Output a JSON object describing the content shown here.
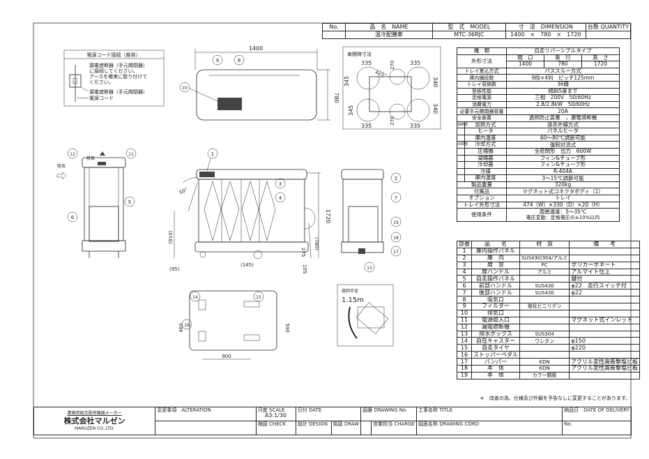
{
  "header": {
    "columns": [
      "No.",
      "品　名　NAME",
      "型　式　MODEL",
      "寸　法　DIMENSION",
      "台数 QUANTITY"
    ],
    "row": {
      "no": "",
      "name": "温冷配膳車",
      "model": "MTC-36RJC",
      "dimension": "1400　×　780　×　1720",
      "quantity": ""
    }
  },
  "power_note": {
    "title": "電源コード接続（推奨）",
    "lines": [
      "漏電遮断器（手元開閉器）",
      "に接続してください。",
      "アースを確実に取り付けて",
      "ください。"
    ],
    "label_breaker": "漏電遮断器（手元開閉器）",
    "label_cord": "電源コード"
  },
  "door_dims": {
    "title": "扉開時寸法",
    "w": "335",
    "h": "345",
    "h2": "340",
    "gap": "270",
    "angle": "225°"
  },
  "turning": {
    "title": "旋回半径",
    "value": "1.15m"
  },
  "dims": {
    "width": "1400",
    "depth": "780",
    "height": "1720",
    "angle": "50°",
    "handle_h": "(910)",
    "handle_off": "(95)",
    "bumper_off": "(145)",
    "bumper_h": "275",
    "bumper_total": "(780)",
    "ground": "105",
    "bottom_w": "900",
    "bottom_d1": "460",
    "bottom_d2": "590"
  },
  "airflow": {
    "exhaust": "排気",
    "intake": "吸気"
  },
  "callouts": [
    "1",
    "2",
    "3",
    "4",
    "5",
    "6",
    "7",
    "8",
    "9",
    "10",
    "11",
    "12",
    "13",
    "14",
    "15",
    "16",
    "17",
    "18",
    "19"
  ],
  "spec": {
    "type_label": "種　類",
    "type_value": "自走リバーシブルタイプ",
    "outer_label": "外形寸法",
    "outer_heads": [
      "間　口",
      "奥　行",
      "高　さ"
    ],
    "outer_values": [
      "1400",
      "780",
      "1720"
    ],
    "rows_a": [
      {
        "label": "トレイ差込方式",
        "value": "パススルー方式"
      },
      {
        "label": "庫内棚段数",
        "value": "9段×4列　ピッチ125mm"
      },
      {
        "label": "トレイ収納数",
        "value": "36膳"
      },
      {
        "label": "登板性能",
        "value": "傾斜5度まで"
      },
      {
        "label": "定格電源",
        "value": "三相　200V　50/60Hz"
      },
      {
        "label": "消費電力",
        "value": "2.8/2.8kW　50/60Hz"
      },
      {
        "label": "必要手元開閉器容量",
        "value": "20A"
      },
      {
        "label": "安全装置",
        "value": "過熱防止装置　，漏電遮断機"
      }
    ],
    "heat_group": "加熱部",
    "heat_rows": [
      {
        "label": "加熱方式",
        "value": "遠赤外線方式"
      },
      {
        "label": "ヒータ",
        "value": "パネルヒータ"
      },
      {
        "label": "庫内温度",
        "value": "60～80℃調節可能"
      }
    ],
    "cool_group": "冷却部",
    "cool_rows": [
      {
        "label": "冷却方式",
        "value": "強制対流式"
      },
      {
        "label": "圧縮機",
        "value": "全密閉形　出力　600W"
      },
      {
        "label": "凝縮器",
        "value": "フィン&チューブ形"
      },
      {
        "label": "冷却器",
        "value": "フィン&チューブ形"
      },
      {
        "label": "冷媒",
        "value": "R-404A"
      },
      {
        "label": "庫内温度",
        "value": "3～15℃調節可能"
      }
    ],
    "rows_b": [
      {
        "label": "製品重量",
        "value": "320kg"
      },
      {
        "label": "付属品",
        "value": "マグネット式コネクタボディ（1）"
      },
      {
        "label": "オプション",
        "value": "トレイ"
      },
      {
        "label": "トレイ外形寸法",
        "value": "474（W）×330（D）×20（H）"
      }
    ],
    "cond_label": "使用条件",
    "cond_lines": [
      "周囲温度：5～35℃",
      "電圧変動：定格電圧の±10%以内"
    ]
  },
  "parts": {
    "heads": [
      "部番",
      "品　　名",
      "材　質",
      "備　　考"
    ],
    "rows": [
      [
        "1",
        "庫内操作パネル",
        "",
        ""
      ],
      [
        "2",
        "庫　内",
        "SUS430/304/アルミ",
        ""
      ],
      [
        "3",
        "扉　窓",
        "PC",
        "ポリカーボネート"
      ],
      [
        "4",
        "扉ハンドル",
        "アルミ",
        "アルマイト仕上"
      ],
      [
        "5",
        "自走操作パネル",
        "",
        "鍵付"
      ],
      [
        "6",
        "前部ハンドル",
        "SUS430",
        "φ22　走行スイッチ付"
      ],
      [
        "7",
        "後部ハンドル",
        "SUS430",
        "φ22"
      ],
      [
        "8",
        "吸気口",
        "",
        ""
      ],
      [
        "9",
        "フィルター",
        "塩化ビニリデン",
        ""
      ],
      [
        "10",
        "排気口",
        "",
        ""
      ],
      [
        "11",
        "電源取入口",
        "",
        "マグネット式インレット"
      ],
      [
        "12",
        "漏電遮断機",
        "",
        ""
      ],
      [
        "13",
        "排水ボックス",
        "SUS304",
        ""
      ],
      [
        "14",
        "自在キャスター",
        "ウレタン",
        "φ150"
      ],
      [
        "15",
        "自走タイヤ",
        "",
        "φ220"
      ],
      [
        "16",
        "ストッパーペダル",
        "",
        ""
      ],
      [
        "17",
        "バンパー",
        "KDN",
        "アクリル変性高衝撃塩ビ板"
      ],
      [
        "18",
        "本　体",
        "KDN",
        "アクリル変性高衝撃塩ビ板"
      ],
      [
        "19",
        "本　体",
        "カラー鋼板",
        ""
      ]
    ]
  },
  "notice": "＊　改善の為、仕様及び外観を予告なしに変更することがあります。",
  "title_block": {
    "maker_tag": "業務用総合厨房機器メーカー",
    "company": "株式会社マルゼン",
    "company_en": "MARUZEN CO.,LTD.",
    "alteration": "変更事項　ALTERATION",
    "scale": "尺度 SCALE",
    "scale_value": "A3:1/30",
    "date": "日付 DATE",
    "drawing_no": "図番 DRAWING No.",
    "title": "工事名称 TITLE",
    "delivery": "納品日　DATE OF DELIVERY",
    "check": "検図 CHECK",
    "design": "設計 DESIGN",
    "draw": "製図 DRAW",
    "charge": "営業担当 CHARGE",
    "drawing_cord": "図面名称 DRAWING CORD",
    "no": "No."
  }
}
